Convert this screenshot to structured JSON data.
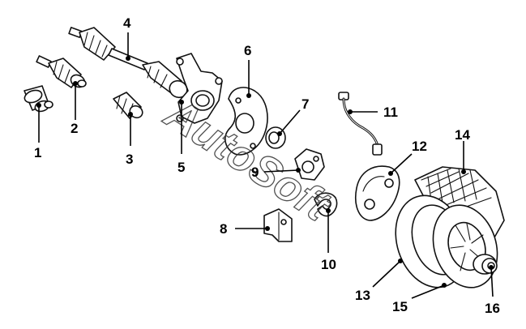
{
  "diagram": {
    "callouts": [
      {
        "id": "1",
        "label": "1"
      },
      {
        "id": "2",
        "label": "2"
      },
      {
        "id": "3",
        "label": "3"
      },
      {
        "id": "4",
        "label": "4"
      },
      {
        "id": "5",
        "label": "5"
      },
      {
        "id": "6",
        "label": "6"
      },
      {
        "id": "7",
        "label": "7"
      },
      {
        "id": "8",
        "label": "8"
      },
      {
        "id": "9",
        "label": "9"
      },
      {
        "id": "10",
        "label": "10"
      },
      {
        "id": "11",
        "label": "11"
      },
      {
        "id": "12",
        "label": "12"
      },
      {
        "id": "13",
        "label": "13"
      },
      {
        "id": "14",
        "label": "14"
      },
      {
        "id": "15",
        "label": "15"
      },
      {
        "id": "16",
        "label": "16"
      }
    ],
    "watermark": "AutoSoft"
  }
}
